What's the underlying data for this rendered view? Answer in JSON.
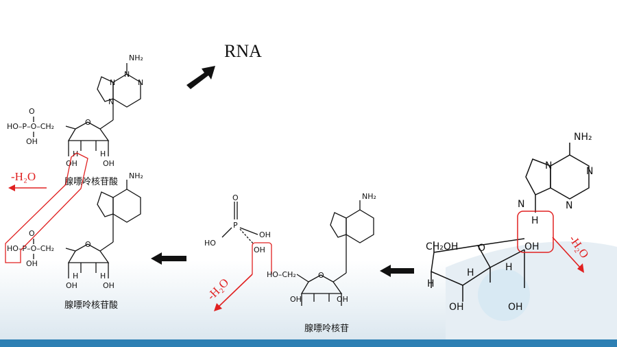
{
  "product_label": "RNA",
  "names": {
    "amp_top": "腺嘌呤核苷酸",
    "amp_bottom": "腺嘌呤核苷酸",
    "adenosine": "腺嘌呤核苷"
  },
  "water_loss": {
    "left": "-H₂O",
    "middle": "-H₂O",
    "right": "-H₂O"
  },
  "atoms": {
    "nh2": "NH₂",
    "n": "N",
    "h": "H",
    "o": "O",
    "oh": "OH",
    "p": "P",
    "ho": "HO",
    "hopo": "HO–P–O–CH₂",
    "ch2oh": "CH₂OH",
    "hoch2": "HO–CH₂"
  },
  "colors": {
    "structure": "#111111",
    "highlight": "#e02020",
    "arrow": "#111111",
    "footer": "#2d7fb3"
  }
}
